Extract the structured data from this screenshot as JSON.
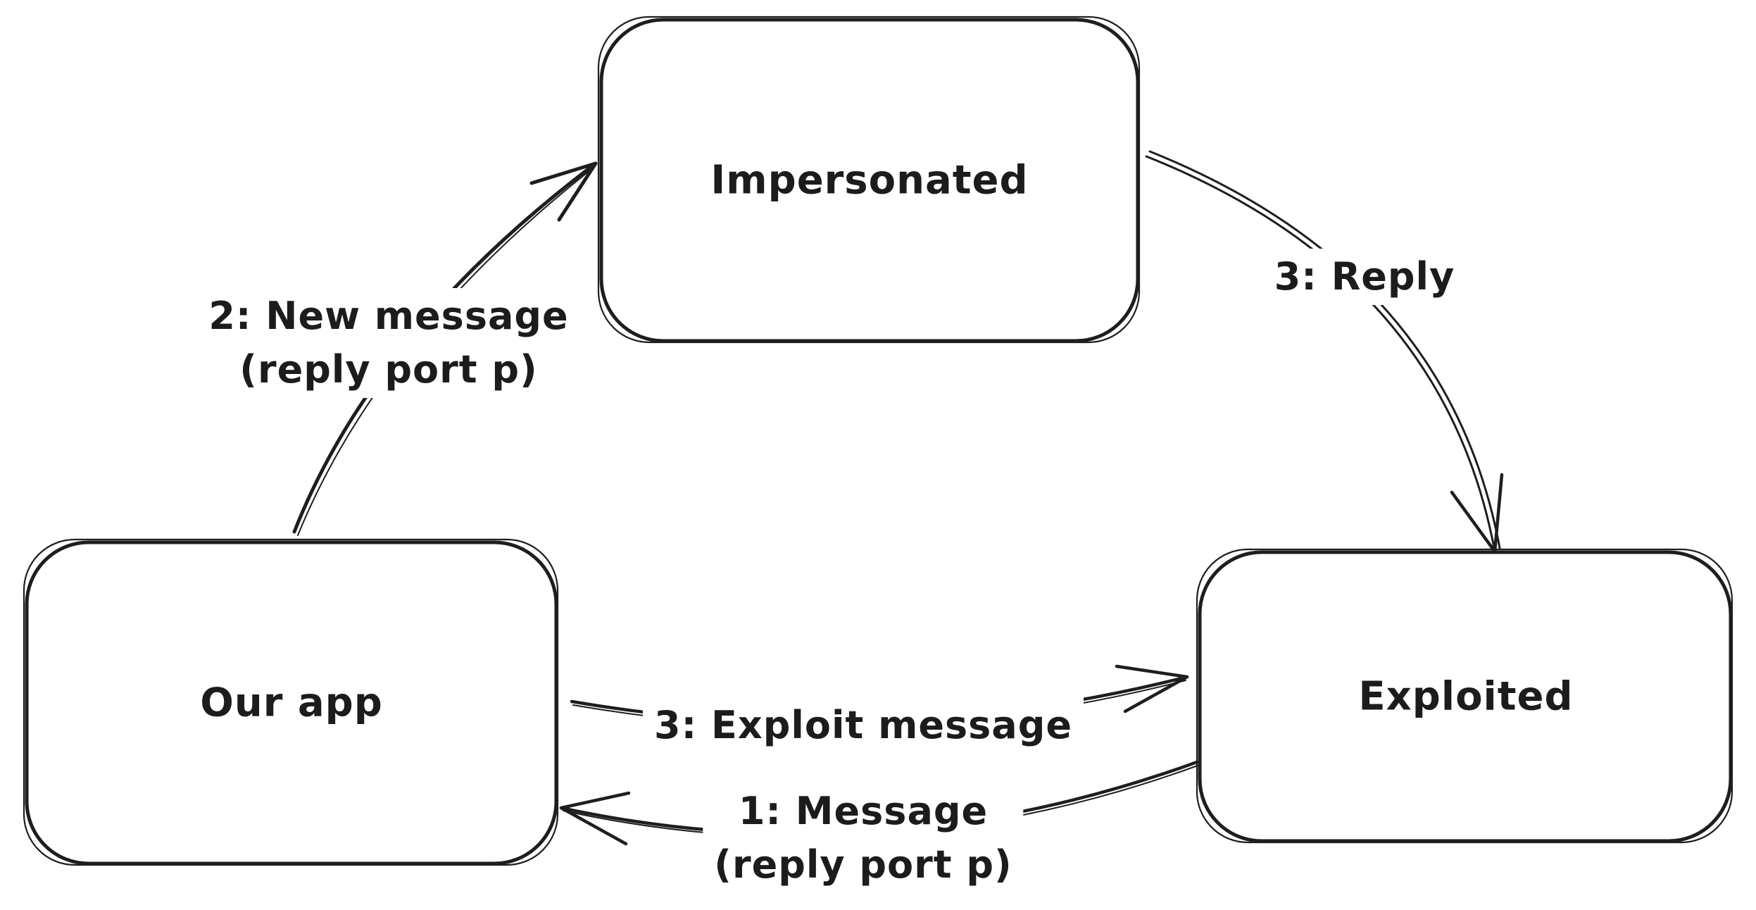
{
  "diagram": {
    "background_color": "#ffffff",
    "ink_color": "#1e1e1e",
    "style": "hand-drawn whiteboard sketch",
    "nodes": [
      {
        "id": "impersonated",
        "label": "Impersonated"
      },
      {
        "id": "our-app",
        "label": "Our app"
      },
      {
        "id": "exploited",
        "label": "Exploited"
      }
    ],
    "edges": [
      {
        "id": "new-message",
        "from": "Our app",
        "to": "Impersonated",
        "lines": [
          "2: New message",
          "(reply port p)"
        ]
      },
      {
        "id": "reply",
        "from": "Impersonated",
        "to": "Exploited",
        "lines": [
          "3: Reply"
        ]
      },
      {
        "id": "exploit-message",
        "from": "Our app",
        "to": "Exploited",
        "lines": [
          "3: Exploit message"
        ]
      },
      {
        "id": "message",
        "from": "Exploited",
        "to": "Our app",
        "lines": [
          "1: Message",
          "(reply port p)"
        ]
      }
    ]
  }
}
